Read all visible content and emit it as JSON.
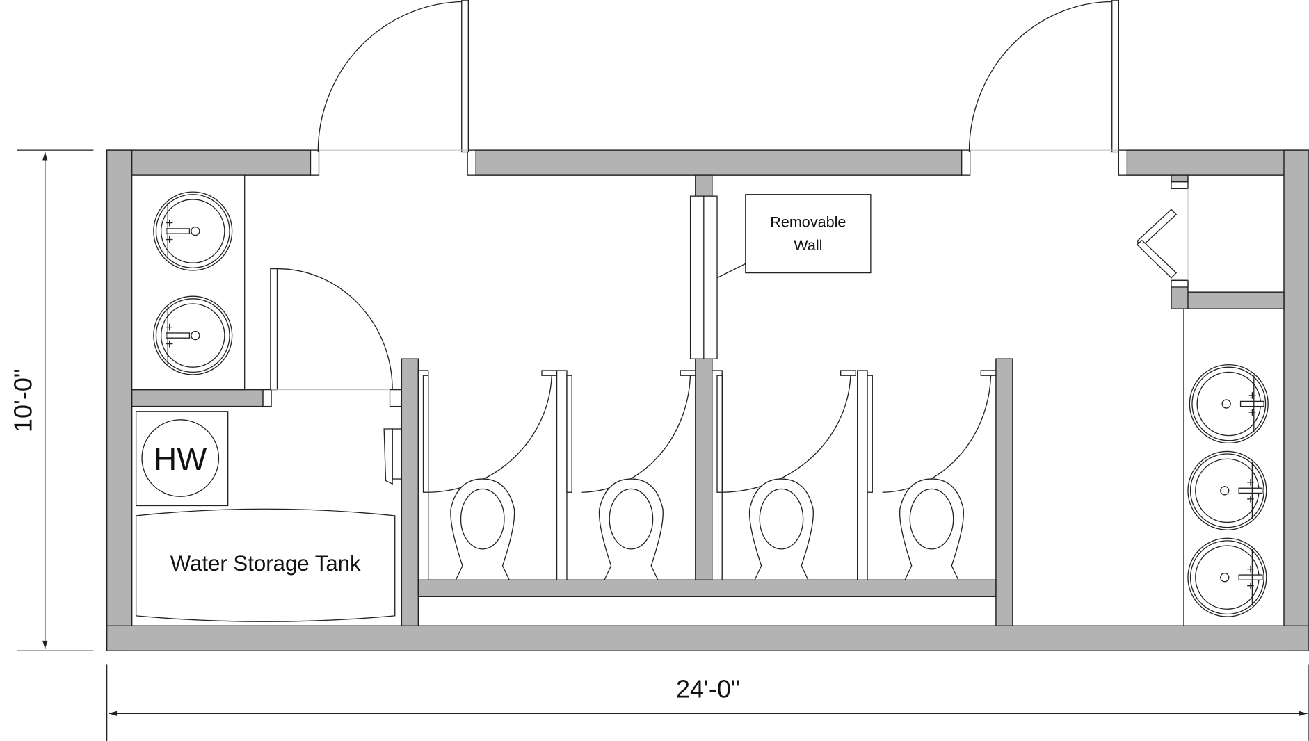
{
  "labels": {
    "removable_wall_line1": "Removable",
    "removable_wall_line2": "Wall",
    "water_heater": "HW",
    "water_tank": "Water Storage Tank"
  },
  "dimensions": {
    "height": "10'-0\"",
    "width": "24'-0\""
  },
  "colors": {
    "wall": "#b3b3b3",
    "line": "#222222"
  }
}
